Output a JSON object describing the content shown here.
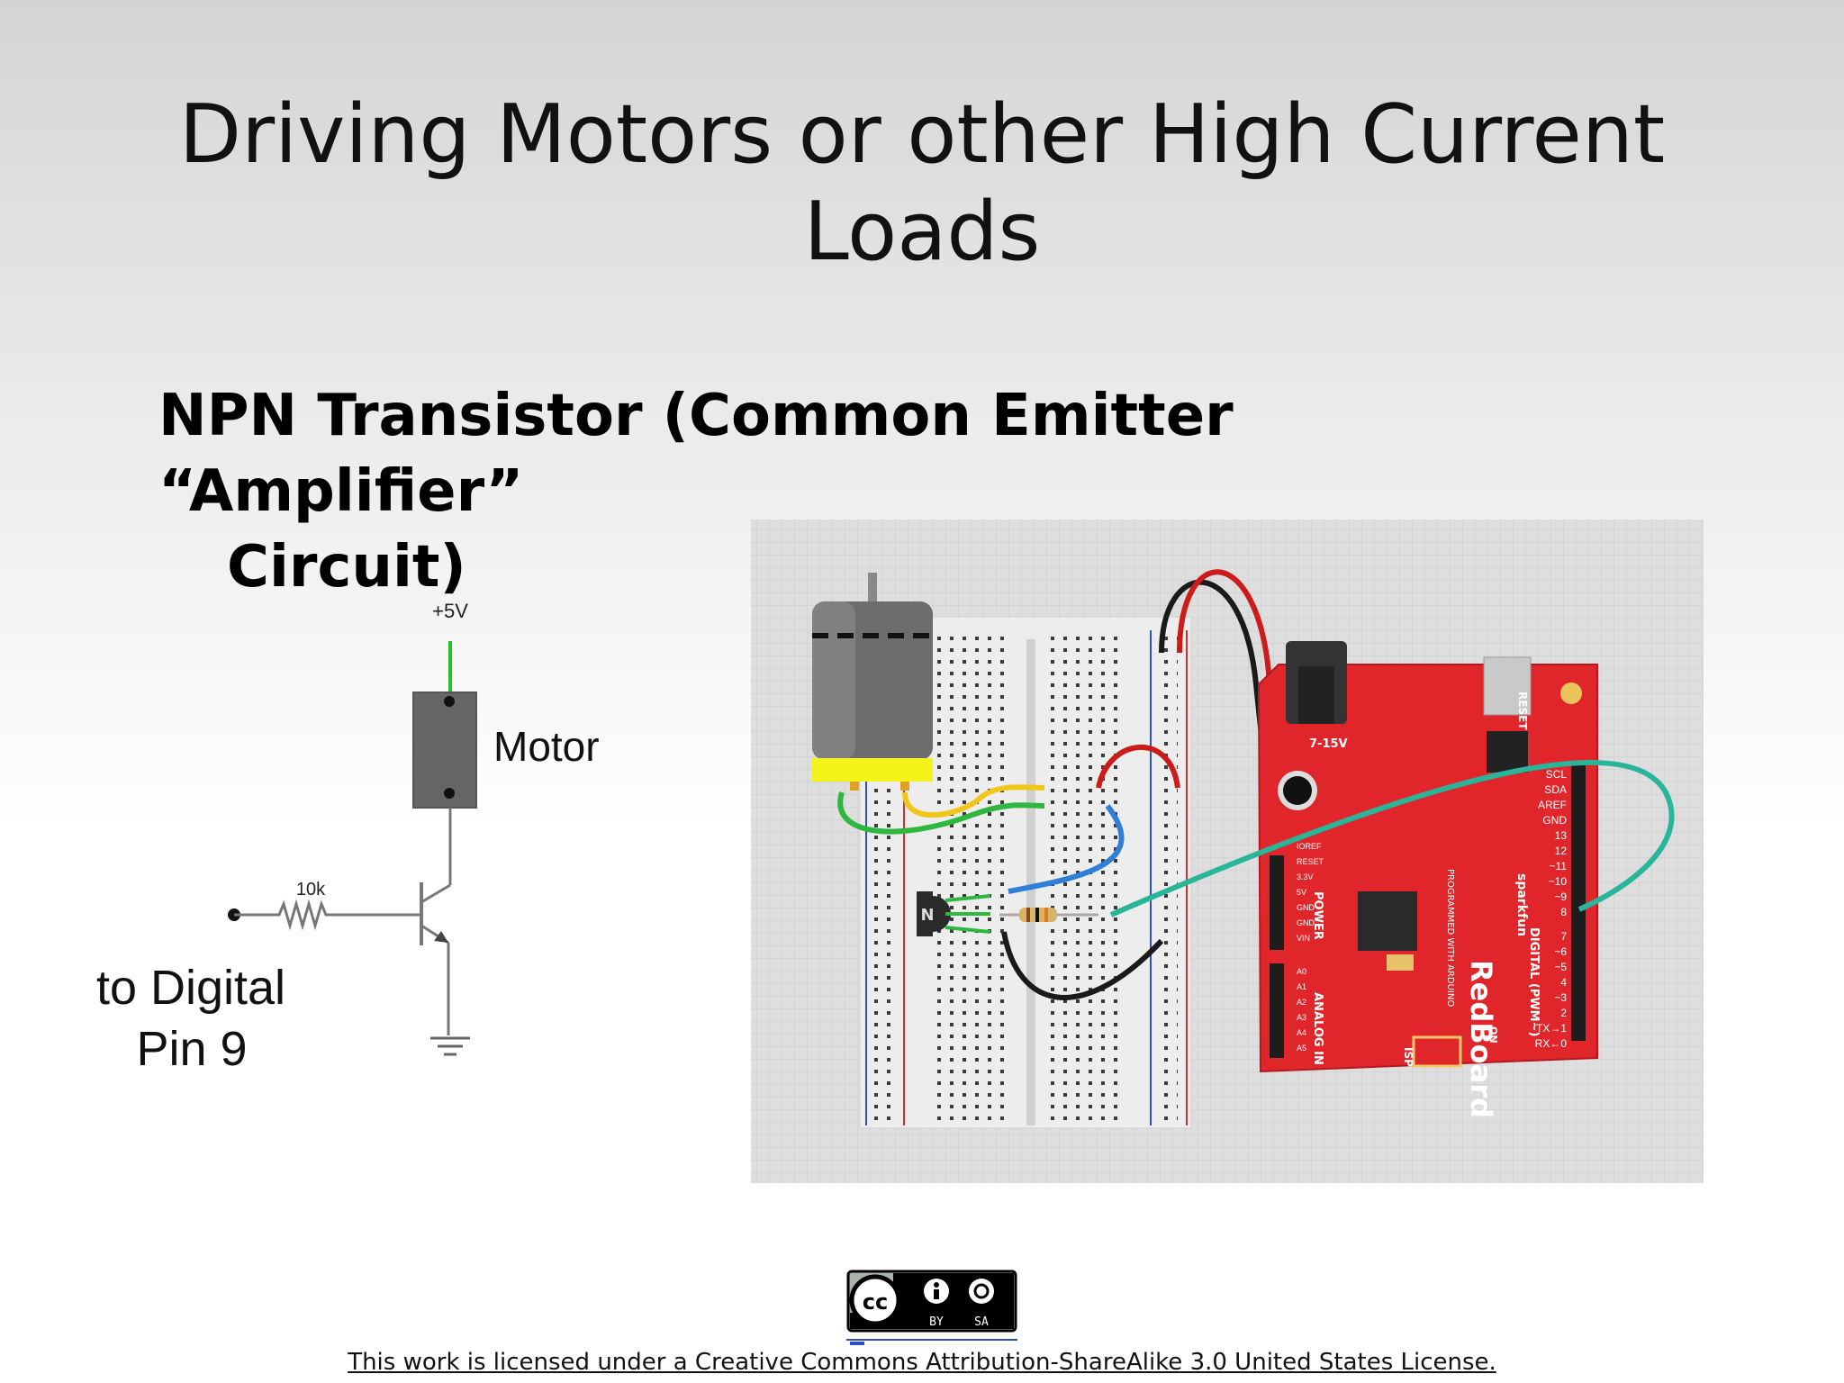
{
  "slide": {
    "title_line1": "Driving Motors or other High Current",
    "title_line2": "Loads",
    "subtitle_line1": "NPN Transistor (Common Emitter “Amplifier”",
    "subtitle_line2": "Circuit)"
  },
  "schematic": {
    "supply_label": "+5V",
    "motor_label": "Motor",
    "resistor_label": "10k",
    "input_label_line1": "to Digital",
    "input_label_line2": "Pin 9"
  },
  "breadboard": {
    "board_text": "RedBoard",
    "brand_text": "sparkfun",
    "programmed_text": "PROGRAMMED WITH ARDUINO",
    "power_in": "7-15V",
    "reset": "RESET",
    "power_header": "POWER",
    "analog_header": "ANALOG IN",
    "digital_header": "DIGITAL (PWM~)",
    "isp": "ISP",
    "on": "ON",
    "pin_labels": [
      "SCL",
      "SDA",
      "AREF",
      "GND",
      "13",
      "12",
      "~11",
      "~10",
      "~9",
      "8",
      "7",
      "~6",
      "~5",
      "4",
      "~3",
      "2",
      "TX→1",
      "RX←0"
    ],
    "power_pins": [
      "IOREF",
      "RESET",
      "3.3V",
      "5V",
      "GND",
      "GND",
      "VIN"
    ],
    "analog_pins": [
      "A0",
      "A1",
      "A2",
      "A3",
      "A4",
      "A5"
    ],
    "transistor_mark": "N"
  },
  "license": {
    "cc_by": "BY",
    "cc_sa": "SA",
    "text": "This work is licensed under a Creative Commons Attribution-ShareAlike 3.0 United States License."
  },
  "colors": {
    "board_red": "#e0262b",
    "wire_green": "#2fb73f",
    "wire_yellow": "#f2c51a",
    "wire_blue": "#2f7fd6",
    "wire_teal": "#28b59a",
    "wire_red": "#cc1b1b",
    "wire_black": "#1a1a1a"
  }
}
